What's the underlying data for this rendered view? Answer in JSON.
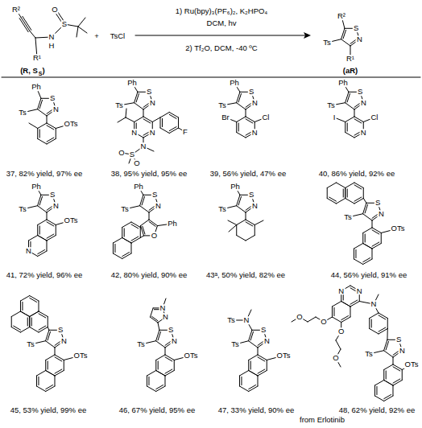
{
  "diagram": {
    "labels": [
      "R²",
      "O",
      "S",
      "N",
      "H",
      "R¹",
      "(R, S",
      "S",
      ")",
      "+",
      "TsCl",
      "1) Ru(bpy)₃(PF₆)₂, K₂HPO₄",
      "DCM, hv",
      "2) Tf₂O, DCM, -40 ºC",
      "R²",
      "Ts",
      "S",
      "N",
      "R¹",
      "(aR)",
      "Ph",
      "S",
      "Ts",
      "N",
      "OTs",
      "37, 82% yield, 97% ee",
      "Ph",
      "S",
      "Ts",
      "N",
      "N",
      "N",
      "F",
      "N",
      "S",
      "O",
      "O",
      "38, 95% yield, 95% ee",
      "Ph",
      "S",
      "Ts",
      "N",
      "Br",
      "N",
      "Cl",
      "39, 56% yield, 47% ee",
      "Ph",
      "S",
      "Ts",
      "N",
      "I",
      "N",
      "Cl",
      "40, 86% yield, 92% ee",
      "Ph",
      "S",
      "Ts",
      "N",
      "OTs",
      "N",
      "41, 72% yield, 96% ee",
      "Ph",
      "S",
      "Ts",
      "N",
      "O",
      "Ph",
      "42, 80% yield, 90% ee",
      "Ph",
      "S",
      "Ts",
      "N",
      "43ᵃ, 50% yield, 82% ee",
      "S",
      "Ts",
      "N",
      "OTs",
      "44, 56% yield, 91% ee",
      "S",
      "Ts",
      "N",
      "OTs",
      "45, 53% yield, 99% ee",
      "N",
      "N",
      "S",
      "Ts",
      "N",
      "OTs",
      "46, 67% yield, 95% ee",
      "Ts",
      "N",
      "S",
      "Ts",
      "N",
      "OTs",
      "47, 33% yield, 90% ee",
      "N",
      "N",
      "N",
      "O",
      "O",
      "O",
      "O",
      "S",
      "Ts",
      "N",
      "OTs",
      "48, 62% yield, 92% ee",
      "from Erlotinib"
    ]
  }
}
